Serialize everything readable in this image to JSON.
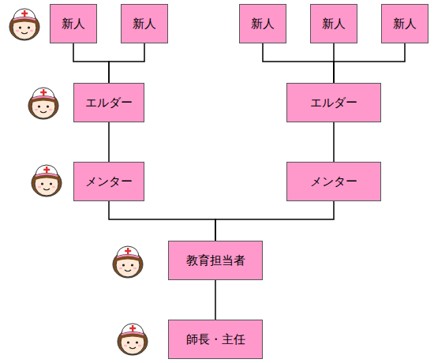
{
  "diagram": {
    "nodes": [
      {
        "text": [
          "新人"
        ]
      },
      {
        "text": [
          "新人"
        ]
      },
      {
        "text": [
          "新人"
        ]
      },
      {
        "text": [
          "新人"
        ]
      },
      {
        "text": [
          "新人"
        ]
      },
      {
        "text": [
          "エルダー"
        ]
      },
      {
        "text": [
          "エルダー"
        ]
      },
      {
        "text": [
          "メンター"
        ]
      },
      {
        "text": [
          "メンター"
        ]
      },
      {
        "text": [
          "教育担当者"
        ]
      },
      {
        "text": [
          "師長・主任"
        ]
      }
    ],
    "edges": [
      {
        "from": 0,
        "to": 5,
        "arrow": "none"
      },
      {
        "from": 1,
        "to": 5,
        "arrow": "none"
      },
      {
        "from": 2,
        "to": 6,
        "arrow": "none"
      },
      {
        "from": 3,
        "to": 6,
        "arrow": "none"
      },
      {
        "from": 4,
        "to": 6,
        "arrow": "none"
      },
      {
        "from": 5,
        "to": 7,
        "arrow": "none"
      },
      {
        "from": 6,
        "to": 8,
        "arrow": "none"
      },
      {
        "from": 7,
        "to": 9,
        "arrow": "none"
      },
      {
        "from": 8,
        "to": 9,
        "arrow": "none"
      },
      {
        "from": 9,
        "to": 10,
        "arrow": "none"
      }
    ]
  }
}
